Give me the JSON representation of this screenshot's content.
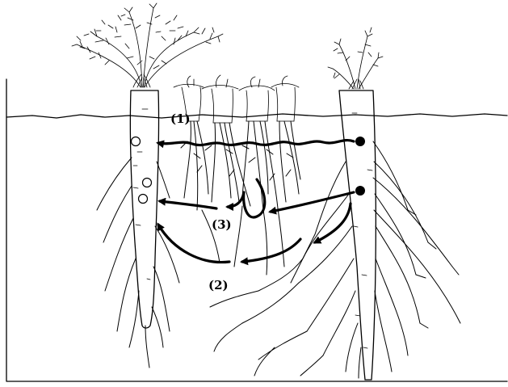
{
  "diagram": {
    "labels": [
      "(1)",
      "(2)",
      "(3)"
    ],
    "colors": {
      "ink": "#000000",
      "background": "#ffffff"
    }
  }
}
